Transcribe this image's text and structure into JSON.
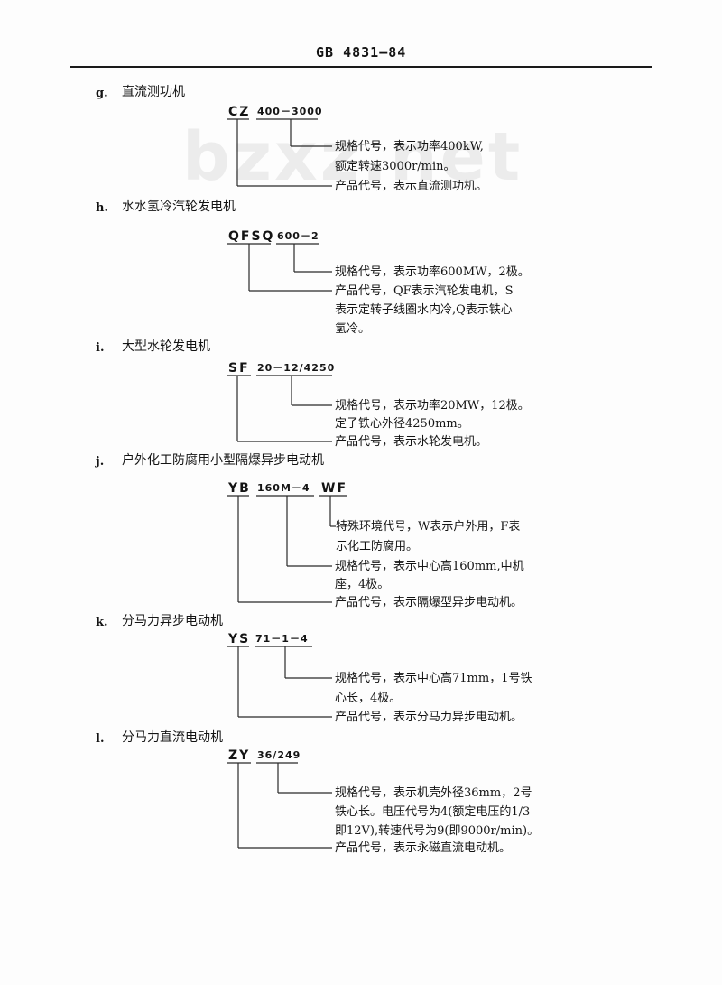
{
  "header": {
    "code": "GB 4831—84"
  },
  "watermark": "bzxz.net",
  "items": [
    {
      "letter": "g.",
      "name": "直流测功机",
      "product_code": "CZ",
      "spec_code": "400－3000",
      "notes": [
        [
          "规格代号，表示功率400kW,",
          "额定转速3000r/min。"
        ],
        [
          "产品代号，表示直流测功机。"
        ]
      ]
    },
    {
      "letter": "h.",
      "name": "水水氢冷汽轮发电机",
      "product_code": "QFSQ",
      "spec_code": "600－2",
      "notes": [
        [
          "规格代号，表示功率600MW，2极。"
        ],
        [
          "产品代号，QF表示汽轮发电机，S",
          "表示定转子线圈水内冷,Q表示铁心",
          "氢冷。"
        ]
      ]
    },
    {
      "letter": "i.",
      "name": "大型水轮发电机",
      "product_code": "SF",
      "spec_code": "20－12/4250",
      "notes": [
        [
          "规格代号，表示功率20MW，12极。",
          "定子铁心外径4250mm。"
        ],
        [
          "产品代号，表示水轮发电机。"
        ]
      ]
    },
    {
      "letter": "j.",
      "name": "户外化工防腐用小型隔爆异步电动机",
      "product_code": "YB",
      "spec_code": "160M－4",
      "env_code": "WF",
      "notes": [
        [
          "特殊环境代号，W表示户外用，F表",
          "示化工防腐用。"
        ],
        [
          "规格代号，表示中心高160mm,中机",
          "座，4极。"
        ],
        [
          "产品代号，表示隔爆型异步电动机。"
        ]
      ]
    },
    {
      "letter": "k.",
      "name": "分马力异步电动机",
      "product_code": "YS",
      "spec_code": "71－1－4",
      "notes": [
        [
          "规格代号，表示中心高71mm，1号铁",
          "心长，4极。"
        ],
        [
          "产品代号，表示分马力异步电动机。"
        ]
      ]
    },
    {
      "letter": "l.",
      "name": "分马力直流电动机",
      "product_code": "ZY",
      "spec_code": "36/249",
      "notes": [
        [
          "规格代号，表示机壳外径36mm，2号",
          "铁心长。电压代号为4(额定电压的1/3",
          "即12V),转速代号为9(即9000r/min)。"
        ],
        [
          "产品代号，表示永磁直流电动机。"
        ]
      ]
    }
  ]
}
